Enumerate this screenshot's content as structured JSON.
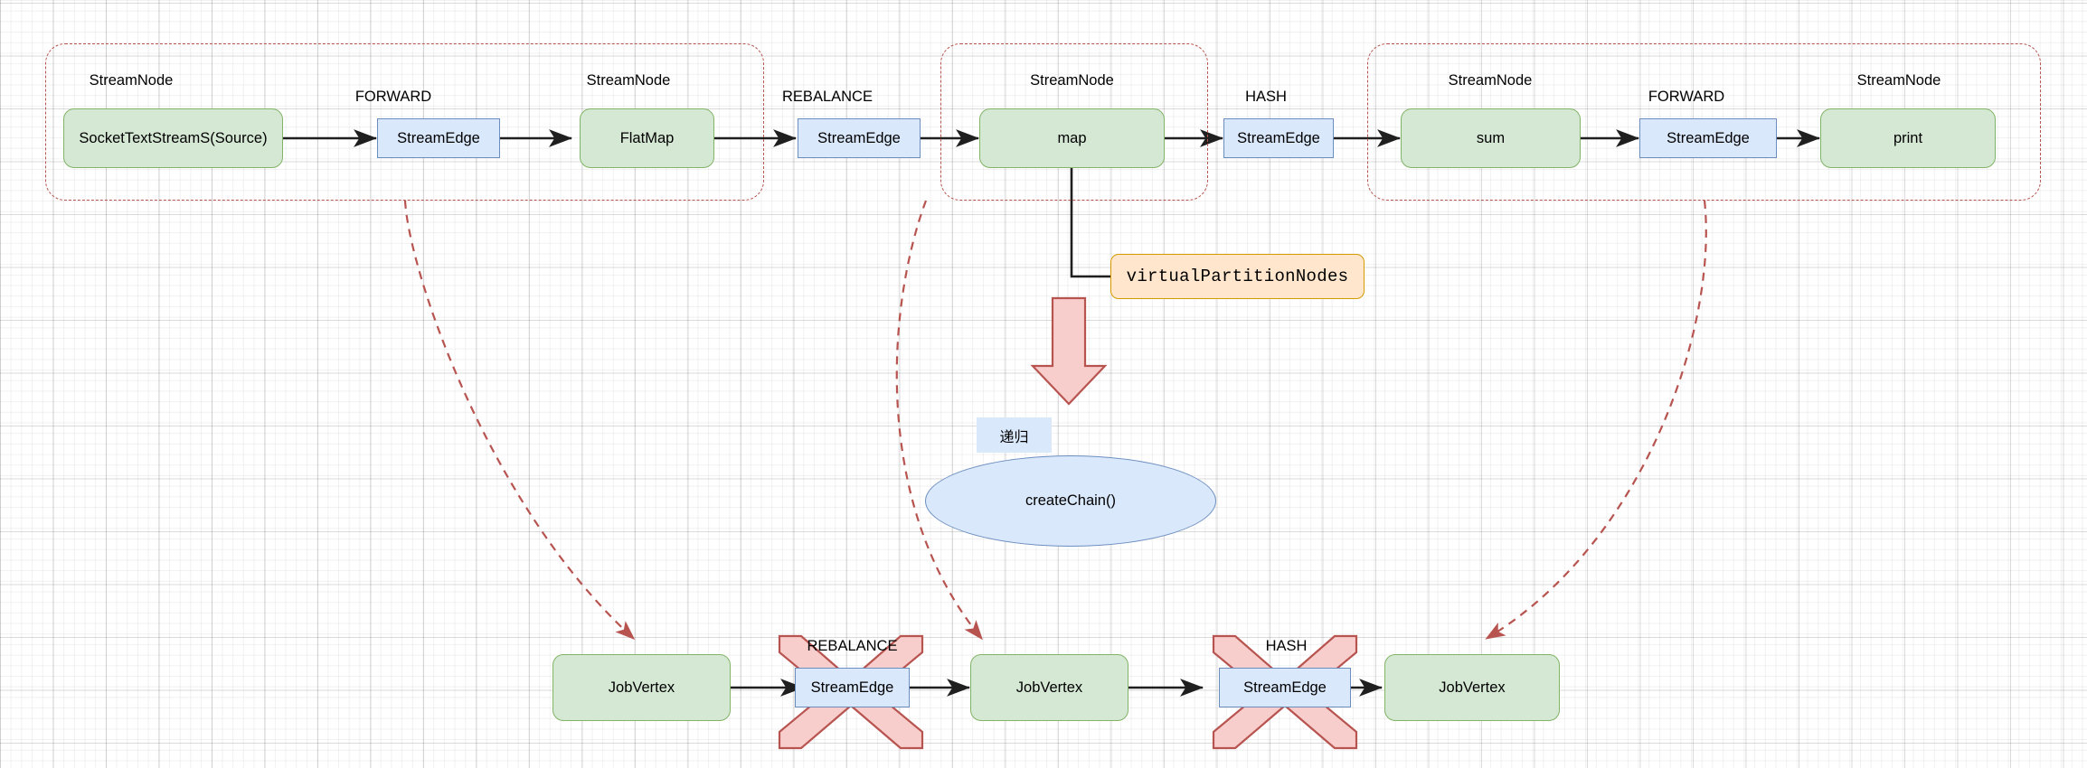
{
  "diagram": {
    "title": "Flink StreamGraph to JobGraph chaining diagram",
    "colors": {
      "node_fill": "#d5e8d4",
      "node_stroke": "#82b366",
      "edge_fill": "#dae8fc",
      "edge_stroke": "#6c8ebf",
      "group_stroke": "#b85450",
      "callout_fill": "#ffe6cc",
      "callout_stroke": "#d79b00",
      "cross_fill": "#f8cecc",
      "cross_stroke": "#b85450",
      "arrow": "#000000"
    }
  },
  "stream_graph": {
    "nodes": [
      {
        "caption": "StreamNode",
        "label": "SocketTextStreamS(Source)"
      },
      {
        "caption": "StreamNode",
        "label": "FlatMap"
      },
      {
        "caption": "StreamNode",
        "label": "map"
      },
      {
        "caption": "StreamNode",
        "label": "sum"
      },
      {
        "caption": "StreamNode",
        "label": "print"
      }
    ],
    "edges": [
      {
        "caption": "FORWARD",
        "label": "StreamEdge"
      },
      {
        "caption": "REBALANCE",
        "label": "StreamEdge"
      },
      {
        "caption": "HASH",
        "label": "StreamEdge"
      },
      {
        "caption": "FORWARD",
        "label": "StreamEdge"
      }
    ]
  },
  "annotations": {
    "callout": "virtualPartitionNodes",
    "recursion_tag": "递归",
    "method": "createChain()"
  },
  "job_graph": {
    "vertices": [
      {
        "label": "JobVertex"
      },
      {
        "label": "JobVertex"
      },
      {
        "label": "JobVertex"
      }
    ],
    "removed_edges": [
      {
        "caption": "REBALANCE",
        "label": "StreamEdge"
      },
      {
        "caption": "HASH",
        "label": "StreamEdge"
      }
    ]
  }
}
